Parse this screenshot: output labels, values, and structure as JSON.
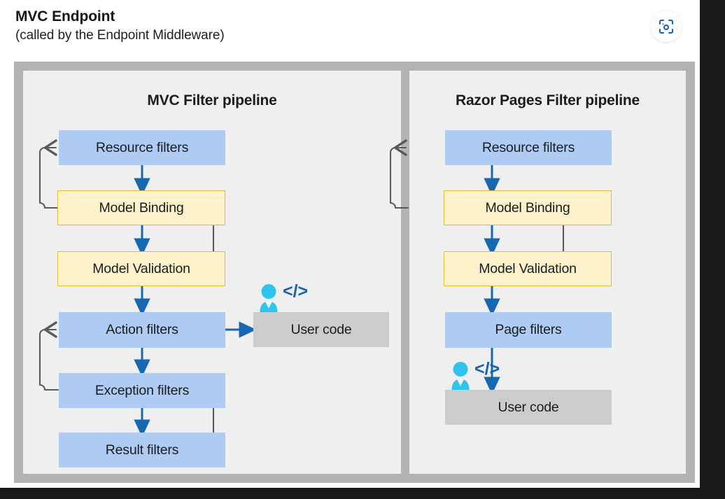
{
  "header": {
    "title": "MVC Endpoint",
    "subtitle": "(called by the Endpoint Middleware)",
    "expand_icon": "scan-expand-icon"
  },
  "colors": {
    "blue_fill": "#aecbf4",
    "yellow_fill": "#fdf2ca",
    "yellow_border": "#e3b93c",
    "gray_fill": "#cccccc",
    "arrow_blue": "#1668b3",
    "loop_gray": "#5a5a5a",
    "frame_gray": "#b2b3b5",
    "panel_bg": "#efefef",
    "dev_cyan": "#2fc4ed"
  },
  "diagram": {
    "type": "flowchart",
    "panels": [
      {
        "id": "mvc",
        "title": "MVC Filter pipeline",
        "nodes": [
          {
            "id": "mvc-resource",
            "label": "Resource filters",
            "style": "blue"
          },
          {
            "id": "mvc-binding",
            "label": "Model Binding",
            "style": "yellow"
          },
          {
            "id": "mvc-validation",
            "label": "Model Validation",
            "style": "yellow"
          },
          {
            "id": "mvc-action",
            "label": "Action filters",
            "style": "blue"
          },
          {
            "id": "mvc-usercode",
            "label": "User code",
            "style": "gray"
          },
          {
            "id": "mvc-exception",
            "label": "Exception filters",
            "style": "blue"
          },
          {
            "id": "mvc-result",
            "label": "Result filters",
            "style": "blue"
          }
        ],
        "edges": [
          {
            "from": "mvc-resource",
            "to": "mvc-binding",
            "kind": "forward"
          },
          {
            "from": "mvc-binding",
            "to": "mvc-validation",
            "kind": "forward"
          },
          {
            "from": "mvc-validation",
            "to": "mvc-action",
            "kind": "forward"
          },
          {
            "from": "mvc-action",
            "to": "mvc-usercode",
            "kind": "forward"
          },
          {
            "from": "mvc-action",
            "to": "mvc-exception",
            "kind": "forward"
          },
          {
            "from": "mvc-exception",
            "to": "mvc-result",
            "kind": "forward"
          },
          {
            "from": "mvc-binding",
            "to": "mvc-resource",
            "kind": "return-left"
          },
          {
            "from": "mvc-validation",
            "to": "mvc-binding",
            "kind": "return-right"
          },
          {
            "from": "mvc-exception",
            "to": "mvc-action",
            "kind": "return-left"
          },
          {
            "from": "mvc-result",
            "to": "mvc-exception",
            "kind": "return-right"
          }
        ]
      },
      {
        "id": "razor",
        "title": "Razor Pages Filter pipeline",
        "nodes": [
          {
            "id": "rz-resource",
            "label": "Resource filters",
            "style": "blue"
          },
          {
            "id": "rz-binding",
            "label": "Model Binding",
            "style": "yellow"
          },
          {
            "id": "rz-validation",
            "label": "Model Validation",
            "style": "yellow"
          },
          {
            "id": "rz-page",
            "label": "Page filters",
            "style": "blue"
          },
          {
            "id": "rz-usercode",
            "label": "User code",
            "style": "gray"
          }
        ],
        "edges": [
          {
            "from": "rz-resource",
            "to": "rz-binding",
            "kind": "forward"
          },
          {
            "from": "rz-binding",
            "to": "rz-validation",
            "kind": "forward"
          },
          {
            "from": "rz-validation",
            "to": "rz-page",
            "kind": "forward"
          },
          {
            "from": "rz-page",
            "to": "rz-usercode",
            "kind": "forward"
          },
          {
            "from": "rz-binding",
            "to": "rz-resource",
            "kind": "return-left"
          },
          {
            "from": "rz-validation",
            "to": "rz-binding",
            "kind": "return-right"
          }
        ]
      }
    ],
    "annotations": [
      {
        "id": "mvc-dev",
        "icon": "developer-code-icon",
        "text": "</>",
        "attached_to": "mvc-usercode"
      },
      {
        "id": "rz-dev",
        "icon": "developer-code-icon",
        "text": "</>",
        "attached_to": "rz-usercode"
      }
    ]
  }
}
